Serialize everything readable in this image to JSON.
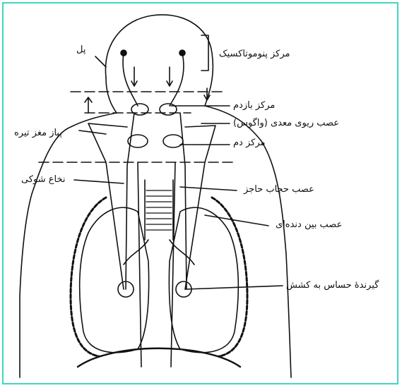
{
  "labels": {
    "pons": "پل",
    "pneumotaxic_center": "مرکز پنوموتاکسیک",
    "expiratory_center": "مرکز بازدم",
    "vagus_nerve": "عصب ریوی معدی (واگوس)",
    "medulla": "پیاز مغز تیره",
    "inspiratory_center": "مرکز دم",
    "spinal_cord": "نخاع شوکی",
    "phrenic_nerve": "عصب حجاب حاجز",
    "intercostal_nerve": "عصب بین دنده‌ای",
    "stretch_receptor": "گیرندهٔ حساس به کشش"
  },
  "colors": {
    "frame_border": "#3fd6c0",
    "ink": "#111111"
  }
}
